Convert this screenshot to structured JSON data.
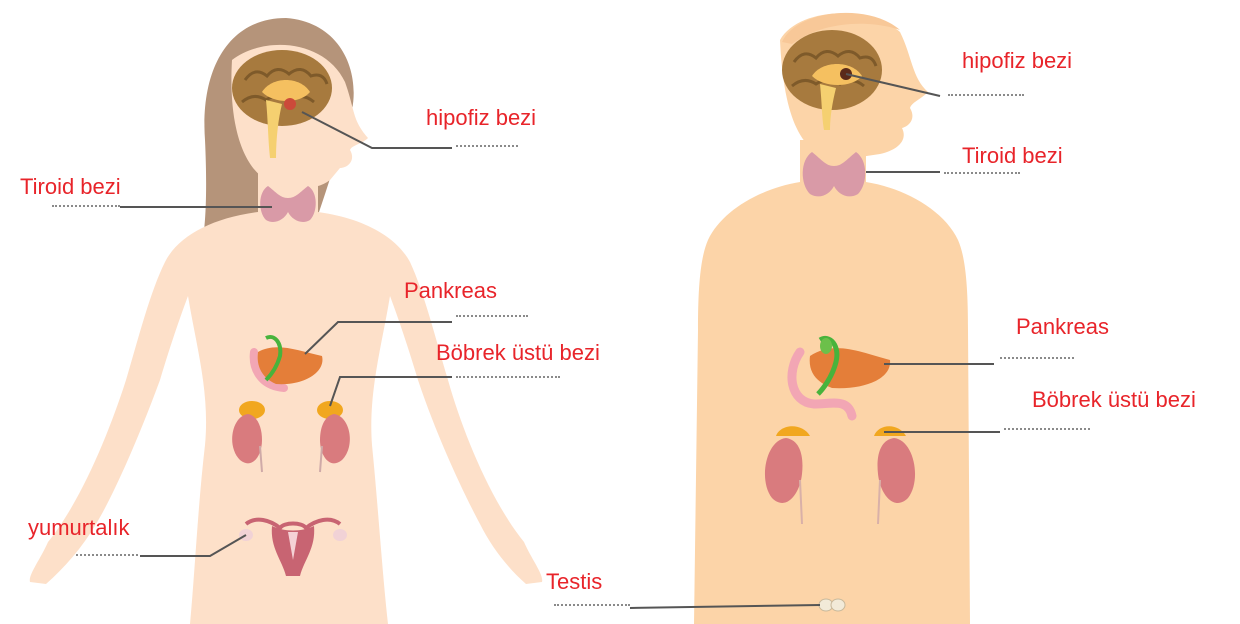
{
  "colors": {
    "label": "#e8242a",
    "skin_female": "#fde0c9",
    "skin_male": "#fcd4a8",
    "hair": "#b5947a",
    "brain": "#a77a3e",
    "thyroid": "#d99aa7",
    "pancreas": "#e47e39",
    "adrenal": "#f1a71f",
    "kidney": "#d97b7e",
    "leader_line": "#555555"
  },
  "female": {
    "hipofiz": "hipofiz bezi",
    "tiroid": "Tiroid bezi",
    "pankreas": "Pankreas",
    "bobrek": "Böbrek üstü bezi",
    "yumurtalik": "yumurtalık"
  },
  "male": {
    "hipofiz": "hipofiz bezi",
    "tiroid": "Tiroid bezi",
    "pankreas": "Pankreas",
    "bobrek": "Böbrek üstü bezi",
    "testis": "Testis"
  },
  "icons": [
    "brain-icon",
    "thyroid-icon",
    "pancreas-icon",
    "kidney-icon",
    "adrenal-icon",
    "uterus-icon",
    "testis-icon"
  ]
}
